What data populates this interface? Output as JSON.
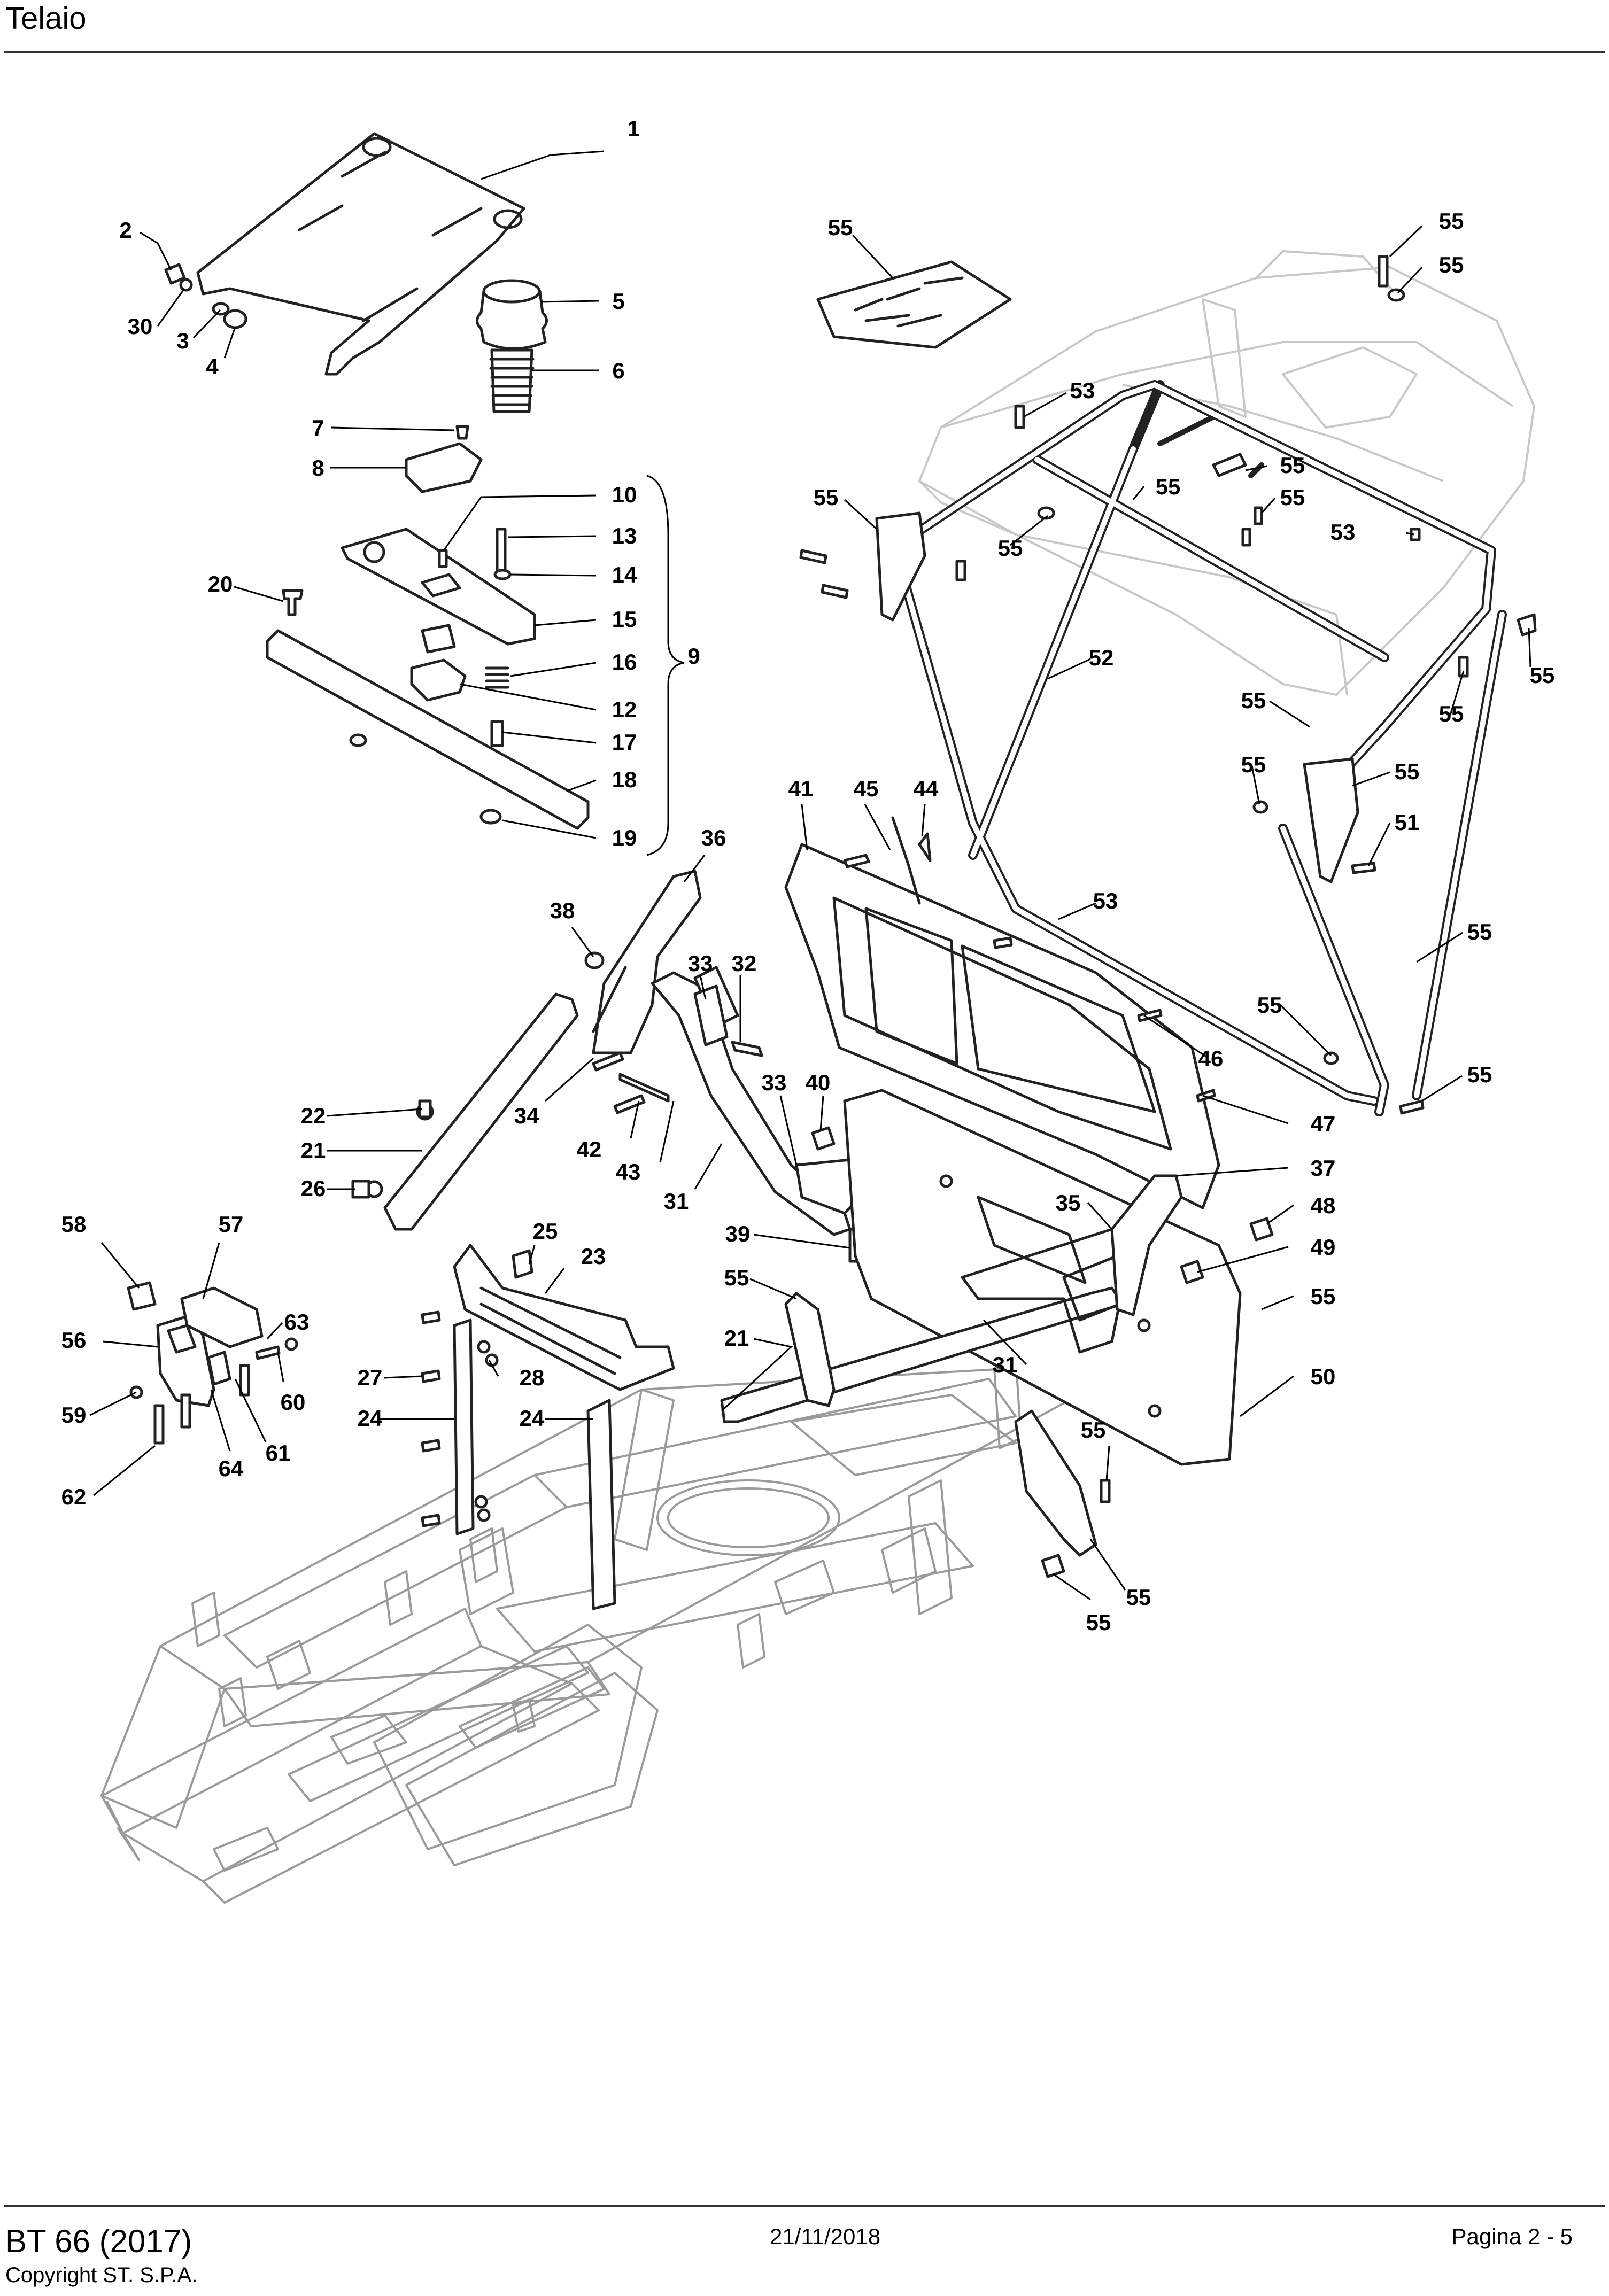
{
  "header": {
    "title": "Telaio"
  },
  "footer": {
    "model": "BT 66 (2017)",
    "copyright": "Copyright ST. S.P.A.",
    "date": "21/11/2018",
    "page": "Pagina 2 - 5"
  },
  "callouts": [
    {
      "label": "1"
    },
    {
      "label": "2"
    },
    {
      "label": "30"
    },
    {
      "label": "3"
    },
    {
      "label": "4"
    },
    {
      "label": "5"
    },
    {
      "label": "6"
    },
    {
      "label": "7"
    },
    {
      "label": "8"
    },
    {
      "label": "10"
    },
    {
      "label": "13"
    },
    {
      "label": "14"
    },
    {
      "label": "15"
    },
    {
      "label": "16"
    },
    {
      "label": "12"
    },
    {
      "label": "17"
    },
    {
      "label": "18"
    },
    {
      "label": "19"
    },
    {
      "label": "9"
    },
    {
      "label": "20"
    },
    {
      "label": "36"
    },
    {
      "label": "38"
    },
    {
      "label": "33"
    },
    {
      "label": "32"
    },
    {
      "label": "22"
    },
    {
      "label": "21"
    },
    {
      "label": "26"
    },
    {
      "label": "34"
    },
    {
      "label": "42"
    },
    {
      "label": "43"
    },
    {
      "label": "31"
    },
    {
      "label": "33"
    },
    {
      "label": "40"
    },
    {
      "label": "39"
    },
    {
      "label": "58"
    },
    {
      "label": "57"
    },
    {
      "label": "63"
    },
    {
      "label": "56"
    },
    {
      "label": "60"
    },
    {
      "label": "59"
    },
    {
      "label": "61"
    },
    {
      "label": "64"
    },
    {
      "label": "62"
    },
    {
      "label": "25"
    },
    {
      "label": "23"
    },
    {
      "label": "27"
    },
    {
      "label": "28"
    },
    {
      "label": "24"
    },
    {
      "label": "24"
    },
    {
      "label": "55"
    },
    {
      "label": "21"
    },
    {
      "label": "31"
    },
    {
      "label": "41"
    },
    {
      "label": "45"
    },
    {
      "label": "44"
    },
    {
      "label": "46"
    },
    {
      "label": "47"
    },
    {
      "label": "37"
    },
    {
      "label": "35"
    },
    {
      "label": "48"
    },
    {
      "label": "49"
    },
    {
      "label": "55"
    },
    {
      "label": "50"
    },
    {
      "label": "55"
    },
    {
      "label": "55"
    },
    {
      "label": "55"
    },
    {
      "label": "55"
    },
    {
      "label": "55"
    },
    {
      "label": "55"
    },
    {
      "label": "53"
    },
    {
      "label": "55"
    },
    {
      "label": "55"
    },
    {
      "label": "55"
    },
    {
      "label": "55"
    },
    {
      "label": "55"
    },
    {
      "label": "53"
    },
    {
      "label": "52"
    },
    {
      "label": "55"
    },
    {
      "label": "55"
    },
    {
      "label": "55"
    },
    {
      "label": "55"
    },
    {
      "label": "55"
    },
    {
      "label": "51"
    },
    {
      "label": "53"
    },
    {
      "label": "55"
    },
    {
      "label": "55"
    },
    {
      "label": "55"
    }
  ]
}
